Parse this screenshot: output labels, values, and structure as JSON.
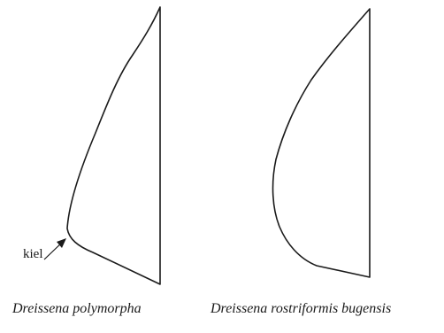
{
  "figure": {
    "left_shell": {
      "caption": "Dreissena polymorpha",
      "annotation": "kiel"
    },
    "right_shell": {
      "caption": "Dreissena rostriformis bugensis"
    },
    "stroke_color": "#1a1a1a"
  }
}
